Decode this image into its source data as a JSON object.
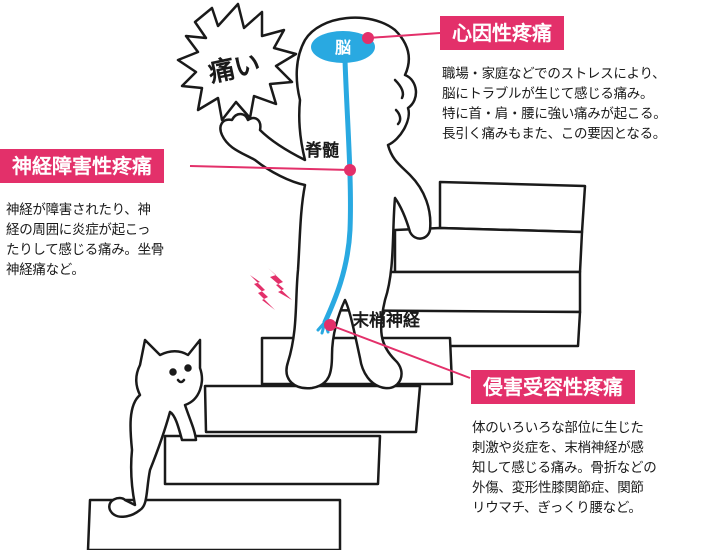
{
  "illustration": {
    "pain_word": "痛い",
    "brain_label": "脳",
    "spine_label": "脊髄",
    "nerve_label": "末梢神経"
  },
  "sections": [
    {
      "id": "psychogenic",
      "title": "心因性疼痛",
      "description": "職場・家庭などでのストレスにより、\n脳にトラブルが生じて感じる痛み。\n特に首・肩・腰に強い痛みが起こる。\n長引く痛みもまた、この要因となる。"
    },
    {
      "id": "neuropathic",
      "title": "神経障害性疼痛",
      "description": "神経が障害されたり、神\n経の周囲に炎症が起こっ\nたりして感じる痛み。坐骨\n神経痛など。"
    },
    {
      "id": "nociceptive",
      "title": "侵害受容性疼痛",
      "description": "体のいろいろな部位に生じた\n刺激や炎症を、末梢神経が感\n知して感じる痛み。骨折などの\n外傷、変形性膝関節症、関節\nリウマチ、ぎっくり腰など。"
    }
  ],
  "colors": {
    "accent": "#e3306a",
    "nerve": "#29a9e1",
    "ink": "#1a1a1a"
  }
}
